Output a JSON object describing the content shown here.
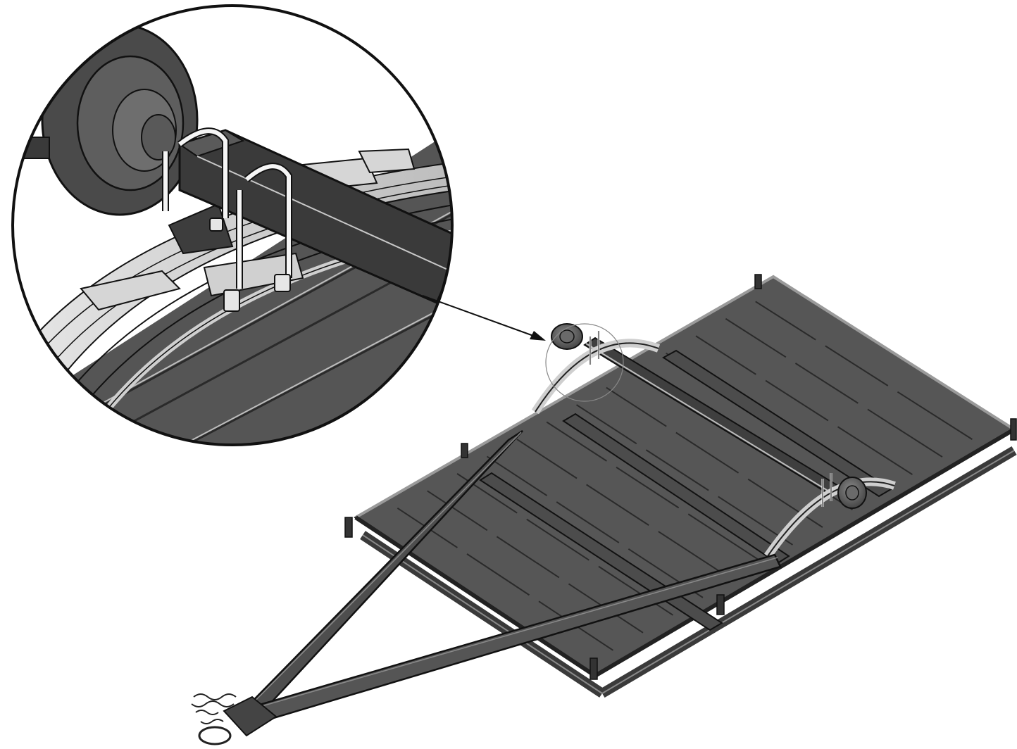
{
  "figure": {
    "subject": "trailer-frame-axle-leaf-spring-mount",
    "view": "isometric",
    "detail_callout": "axle-to-leaf-spring-u-bolt-connection"
  },
  "colors": {
    "background": "#ffffff",
    "steel_dark": "#4a4a4a",
    "steel_mid": "#5b5b5b",
    "steel_light": "#7a7a7a",
    "deck_panel": "#575757",
    "spring_leaf": "#d9d9d9",
    "outline": "#1a1a1a",
    "chrome": "#f2f2f2"
  }
}
